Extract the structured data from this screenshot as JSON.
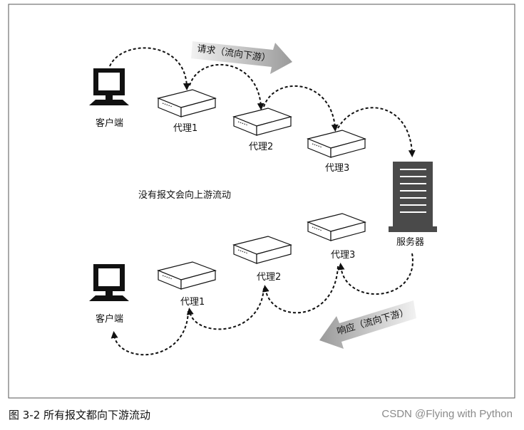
{
  "labels": {
    "client_top": "客户端",
    "client_bottom": "客户端",
    "proxy1_top": "代理1",
    "proxy2_top": "代理2",
    "proxy3_top": "代理3",
    "proxy1_bottom": "代理1",
    "proxy2_bottom": "代理2",
    "proxy3_bottom": "代理3",
    "server": "服务器",
    "request_arrow": "请求（流向下游）",
    "response_arrow": "响应（流向下游）",
    "note": "没有报文会向上游流动"
  },
  "caption": "图 3-2   所有报文都向下游流动",
  "watermark": "CSDN @Flying with Python",
  "colors": {
    "line": "#111111",
    "arrow_fill": "#b8b8b8",
    "server_fill": "#4a4a4a"
  }
}
